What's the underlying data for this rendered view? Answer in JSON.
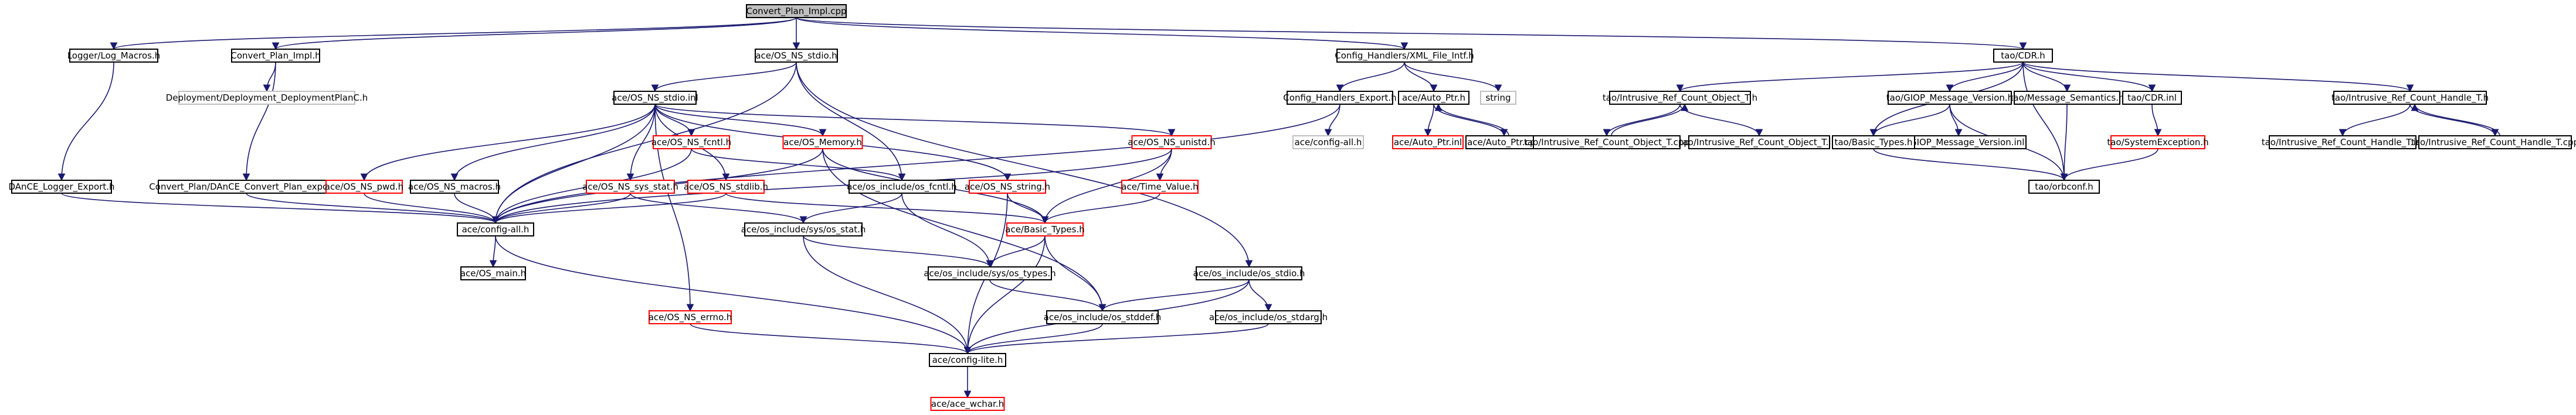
{
  "colors": {
    "edge": "#191970",
    "node_border_normal": "#000000",
    "node_border_truncated": "#ff0000",
    "node_border_external": "#bfbfbf",
    "node_fill_root": "#bfbfbf",
    "node_fill": "#ffffff"
  },
  "nodes": {
    "root": "Convert_Plan_Impl.cpp",
    "logger_macros": "Logger/Log_Macros.h",
    "dance_logger_export": "DAnCE_Logger_Export.h",
    "convert_plan_impl_h": "Convert_Plan_Impl.h",
    "deployment_planc": "Deployment/Deployment_DeploymentPlanC.h",
    "convert_plan_export": "Convert_Plan/DAnCE_Convert_Plan_export.h",
    "os_ns_stdio_h": "ace/OS_NS_stdio.h",
    "os_ns_stdio_inl": "ace/OS_NS_stdio.inl",
    "os_ns_pwd": "ace/OS_NS_pwd.h",
    "os_ns_macros": "ace/OS_NS_macros.h",
    "os_ns_sys_stat": "ace/OS_NS_sys_stat.h",
    "os_ns_fcntl": "ace/OS_NS_fcntl.h",
    "os_ns_stdlib": "ace/OS_NS_stdlib.h",
    "os_memory": "ace/OS_Memory.h",
    "os_ns_string": "ace/OS_NS_string.h",
    "os_ns_unistd": "ace/OS_NS_unistd.h",
    "time_value": "ace/Time_Value.h",
    "os_include_fcntl": "ace/os_include/os_fcntl.h",
    "config_all": "ace/config-all.h",
    "os_main": "ace/OS_main.h",
    "os_include_sys_stat": "ace/os_include/sys/os_stat.h",
    "basic_types_ace": "ace/Basic_Types.h",
    "os_include_sys_types": "ace/os_include/sys/os_types.h",
    "os_include_stdio": "ace/os_include/os_stdio.h",
    "os_ns_errno": "ace/OS_NS_errno.h",
    "os_include_stddef": "ace/os_include/os_stddef.h",
    "os_include_stdarg": "ace/os_include/os_stdarg.h",
    "config_lite": "ace/config-lite.h",
    "ace_wchar": "ace/ace_wchar.h",
    "xml_file_intf": "Config_Handlers/XML_File_Intf.h",
    "config_handlers_export": "Config_Handlers_Export.h",
    "config_all_plain": "ace/config-all.h",
    "auto_ptr_h": "ace/Auto_Ptr.h",
    "string": "string",
    "auto_ptr_inl": "ace/Auto_Ptr.inl",
    "auto_ptr_cpp": "ace/Auto_Ptr.cpp",
    "tao_cdr_h": "tao/CDR.h",
    "irc_object_t_h": "tao/Intrusive_Ref_Count_Object_T.h",
    "irc_object_t_cpp": "tao/Intrusive_Ref_Count_Object_T.cpp",
    "irc_object_t_inl": "tao/Intrusive_Ref_Count_Object_T.inl",
    "giop_version_h": "tao/GIOP_Message_Version.h",
    "giop_version_inl": "tao/GIOP_Message_Version.inl",
    "tao_basic_types": "tao/Basic_Types.h",
    "message_semantics": "tao/Message_Semantics.h",
    "tao_cdr_inl": "tao/CDR.inl",
    "system_exception": "tao/SystemException.h",
    "orbconf": "tao/orbconf.h",
    "irc_handle_t_h": "tao/Intrusive_Ref_Count_Handle_T.h",
    "irc_handle_t_inl": "tao/Intrusive_Ref_Count_Handle_T.inl",
    "irc_handle_t_cpp": "tao/Intrusive_Ref_Count_Handle_T.cpp"
  }
}
